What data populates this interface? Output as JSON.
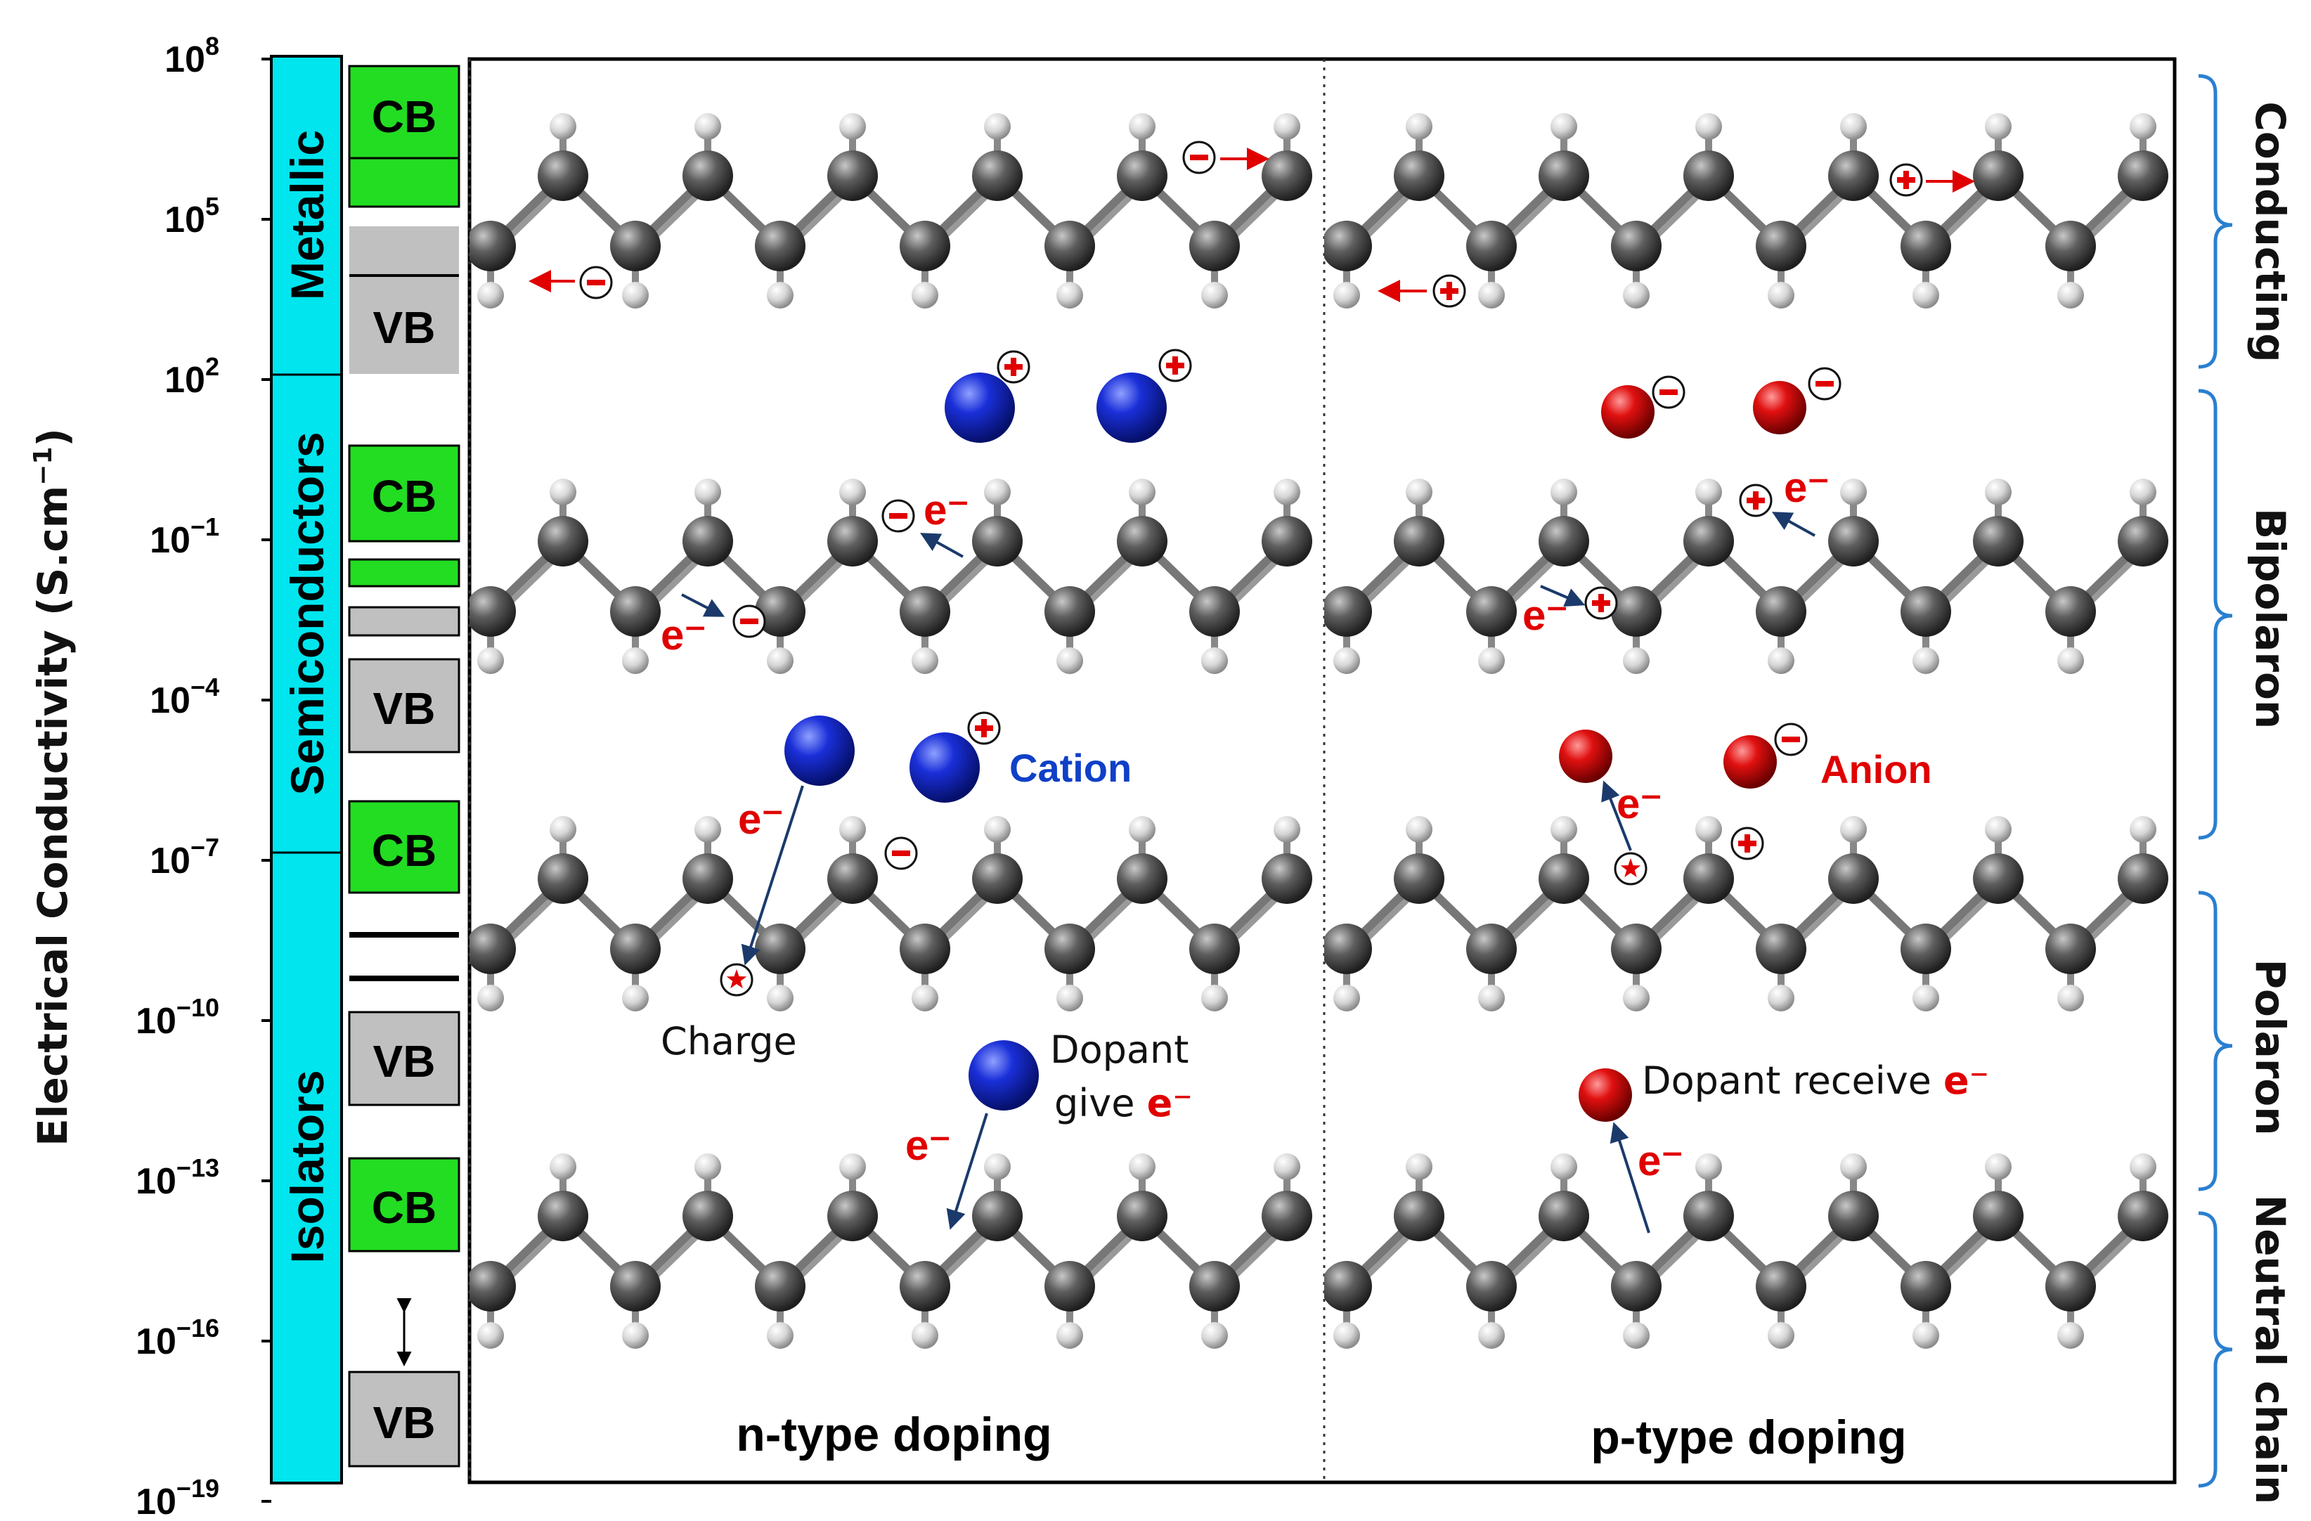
{
  "axis": {
    "ylabel": "Electrical Conductivity (S.cm",
    "ylabel_sup": "−1",
    "ylabel_close": ")",
    "ticks": [
      {
        "base": "10",
        "exp": "8"
      },
      {
        "base": "10",
        "exp": "5"
      },
      {
        "base": "10",
        "exp": "2"
      },
      {
        "base": "10",
        "exp": "−1"
      },
      {
        "base": "10",
        "exp": "−4"
      },
      {
        "base": "10",
        "exp": "−7"
      },
      {
        "base": "10",
        "exp": "−10"
      },
      {
        "base": "10",
        "exp": "−13"
      },
      {
        "base": "10",
        "exp": "−16"
      },
      {
        "base": "10",
        "exp": "−19"
      }
    ]
  },
  "materials": {
    "metallic": "Metallic",
    "semiconductors": "Semiconductors",
    "isolators": "Isolators"
  },
  "bands": {
    "cb": "CB",
    "vb": "VB"
  },
  "states": {
    "conducting": "Conducting",
    "bipolaron": "Bipolaron",
    "polaron": "Polaron",
    "neutral": "Neutral chain"
  },
  "panels": {
    "n_type": "n-type doping",
    "p_type": "p-type doping"
  },
  "annotations": {
    "electron": "e⁻",
    "cation": "Cation",
    "anion": "Anion",
    "charge": "Charge",
    "dopant_give": "Dopant",
    "give": "give ",
    "dopant_receive": "Dopant receive ",
    "plus": "+",
    "minus": "−"
  },
  "colors": {
    "material_band": "#00e5ee",
    "cb_fill": "#22dd22",
    "vb_fill": "#c0c0c0",
    "carbon": "#555555",
    "hydrogen": "#e8e8e8",
    "cation_sphere": "#1a2fd8",
    "anion_sphere": "#e01010",
    "brace": "#2a7fd0",
    "arrow_red": "#e00000",
    "arrow_navy": "#1b3a6b"
  }
}
